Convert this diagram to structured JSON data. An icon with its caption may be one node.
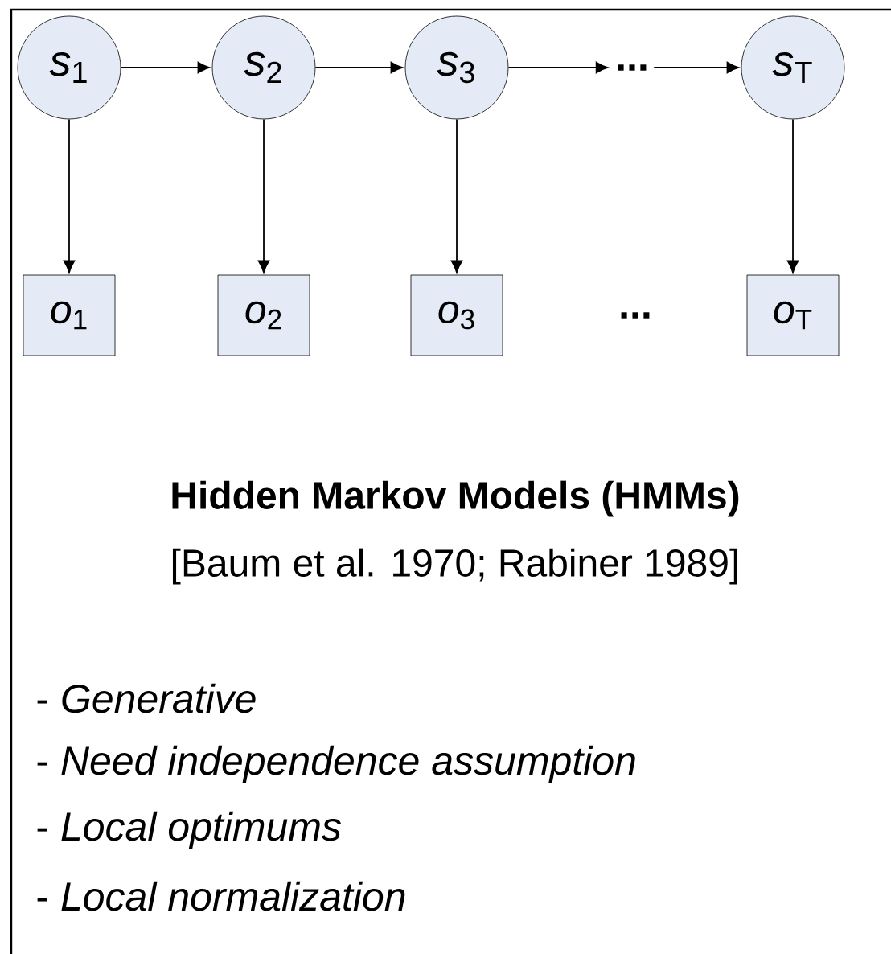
{
  "diagram": {
    "title": "Hidden Markov Models (HMMs)",
    "nodes": [
      {
        "text": [
          "*s*$_{1}$"
        ]
      },
      {
        "text": [
          "*s*$_{2}$"
        ]
      },
      {
        "text": [
          "*s*$_{3}$"
        ]
      },
      {
        "text": [
          "..."
        ]
      },
      {
        "text": [
          "*s*$_{T}$"
        ]
      },
      {
        "text": [
          "*o*$_{1}$"
        ]
      },
      {
        "text": [
          "*o*$_{2}$"
        ]
      },
      {
        "text": [
          "*o*$_{3}$"
        ]
      },
      {
        "text": [
          "*o*$_{T}$"
        ]
      }
    ],
    "edges": [
      {
        "from": 0,
        "to": 1,
        "arrow": "to"
      },
      {
        "from": 1,
        "to": 2,
        "arrow": "to"
      },
      {
        "from": 2,
        "to": 3,
        "arrow": "to"
      },
      {
        "from": 3,
        "to": 4,
        "arrow": "to"
      },
      {
        "from": 0,
        "to": 5,
        "arrow": "to"
      },
      {
        "from": 1,
        "to": 6,
        "arrow": "to"
      },
      {
        "from": 2,
        "to": 7,
        "arrow": "to"
      },
      {
        "from": 4,
        "to": 8,
        "arrow": "to"
      }
    ],
    "labels": [
      "...",
      "[Baum et al. 1970; Rabiner 1989]",
      "- *Generative*",
      "- *Need independence assumption*",
      "- *Local optimums*",
      "- *Local normalization*"
    ]
  }
}
